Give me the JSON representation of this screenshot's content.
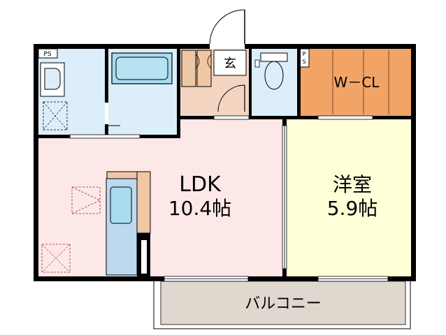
{
  "rooms": {
    "ldk_name": "LDK",
    "ldk_size": "10.4帖",
    "western_name": "洋室",
    "western_size": "5.9帖",
    "walk_in_closet": "W－CL",
    "entrance": "玄",
    "balcony": "バルコニー",
    "pipe_space_1": "PS",
    "pipe_space_2_top": "P",
    "pipe_space_2_bottom": "S"
  },
  "colors": {
    "wall": "#000000",
    "ldk": "#fde8e8",
    "western": "#ffffd8",
    "walk_in_closet": "#f2a366",
    "wet_area": "#dceefa",
    "entrance": "#f3d5c2",
    "balcony": "#e0d8cf",
    "counter": "#f0c7a4",
    "fixture": "#a9dcef",
    "kitchen_base": "#bcd9f0"
  }
}
